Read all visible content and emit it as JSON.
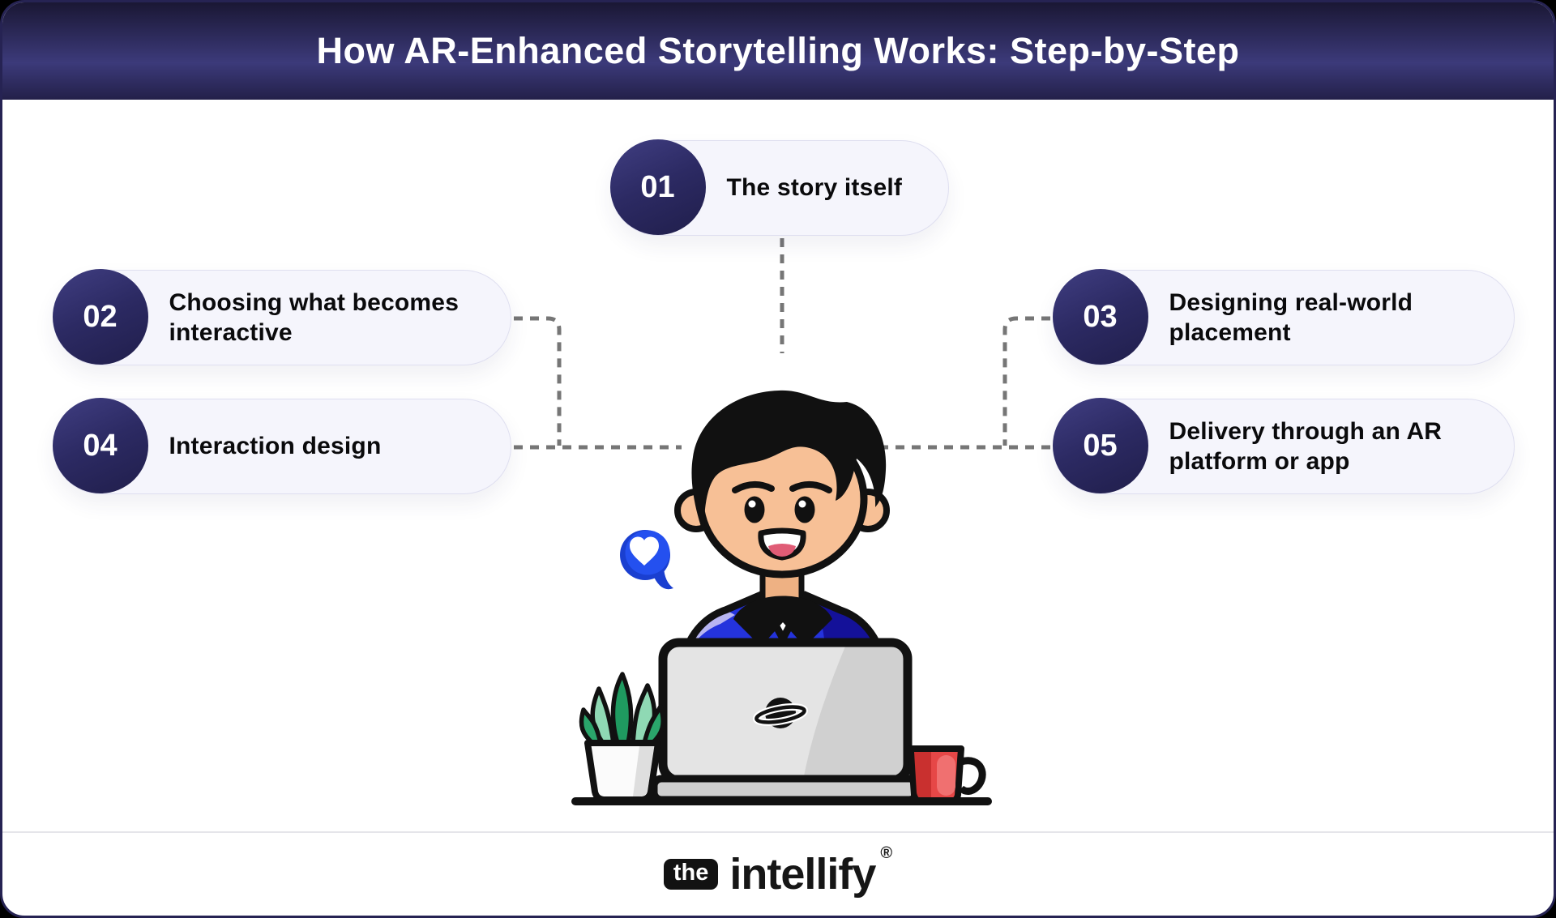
{
  "header": {
    "title": "How AR-Enhanced Storytelling Works: Step-by-Step"
  },
  "steps": [
    {
      "number": "01",
      "label": "The story itself"
    },
    {
      "number": "02",
      "label": "Choosing what becomes\ninteractive"
    },
    {
      "number": "03",
      "label": "Designing real-world\nplacement"
    },
    {
      "number": "04",
      "label": "Interaction design"
    },
    {
      "number": "05",
      "label": "Delivery through an AR\nplatform or app"
    }
  ],
  "footer": {
    "brand_prefix": "the",
    "brand_name": "intellify",
    "registered_mark": "®"
  },
  "illustration": {
    "description": "Cartoon man with black hair and blue shirt working on a gray laptop with a planet logo; potted green plant on the left, red coffee mug on the right, blue chat bubble with white heart beside his head, black desk line underneath",
    "icons": [
      "heart-chat-bubble-icon",
      "planet-logo-icon",
      "plant-icon",
      "coffee-mug-icon",
      "laptop-icon",
      "desk-line"
    ]
  },
  "colors": {
    "header_gradient_top": "#1a1734",
    "header_gradient_mid": "#3c3a7a",
    "header_gradient_bottom": "#232049",
    "badge_gradient_light": "#403e82",
    "badge_gradient_dark": "#201e4b",
    "pill_background": "#f5f5fc",
    "pill_border": "#dfdff0",
    "connector_gray": "#767676",
    "bubble_blue": "#2450ef",
    "shirt_blue": "#2433dd",
    "skin_tone": "#f7c096",
    "mug_red": "#e64747",
    "leaf_green": "#2aa56b",
    "laptop_gray": "#d0d0d0"
  }
}
